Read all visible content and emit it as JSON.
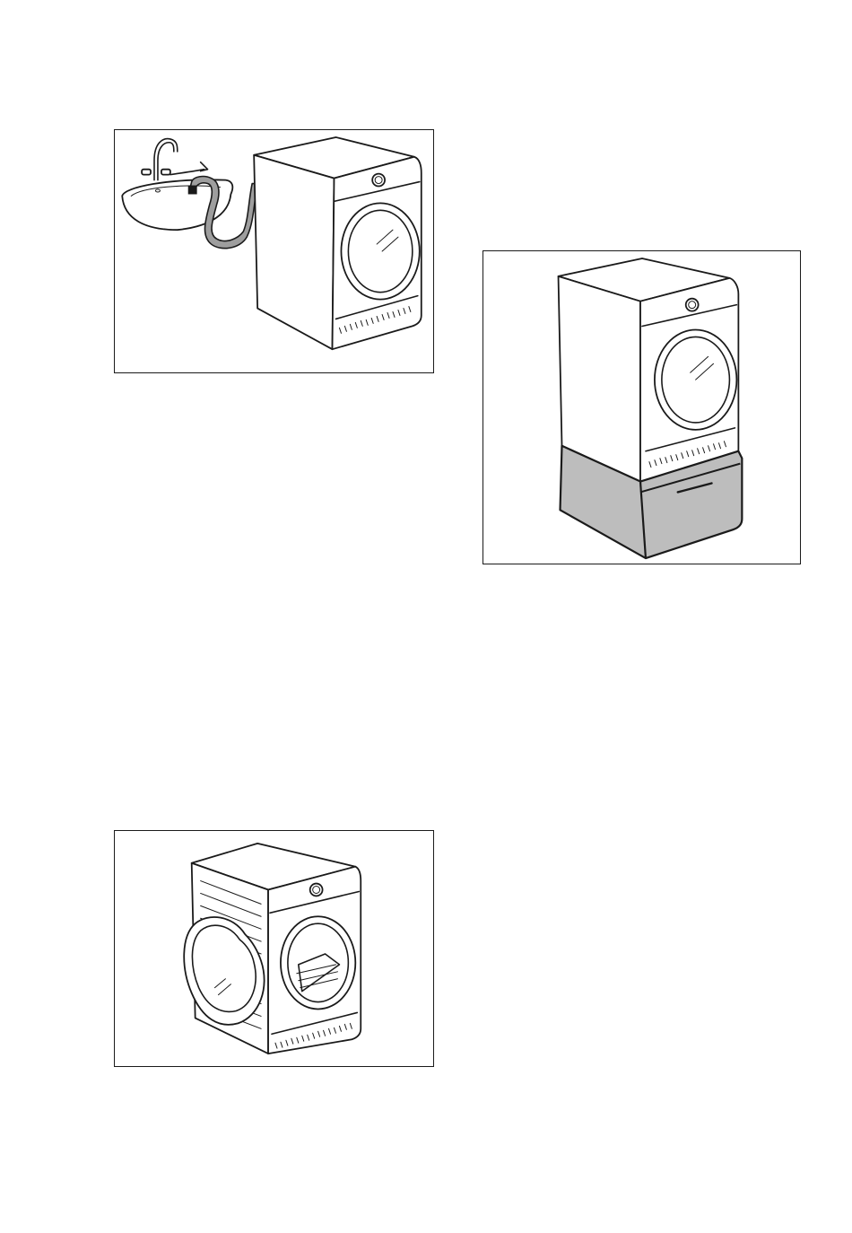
{
  "figures": [
    {
      "id": "drain-hose-into-sink",
      "icons": [
        "sink-icon",
        "tap-icon",
        "drain-hose-icon",
        "dryer-icon"
      ]
    },
    {
      "id": "dryer-on-plinth",
      "icons": [
        "dryer-icon",
        "plinth-drawer-icon"
      ]
    },
    {
      "id": "dryer-door-open",
      "icons": [
        "dryer-icon",
        "open-door-icon",
        "drum-icon"
      ]
    }
  ],
  "colors": {
    "line": "#1a1a1a",
    "background": "#ffffff",
    "plinth_fill": "#bdbdbd",
    "hose_fill": "#9e9e9e"
  }
}
